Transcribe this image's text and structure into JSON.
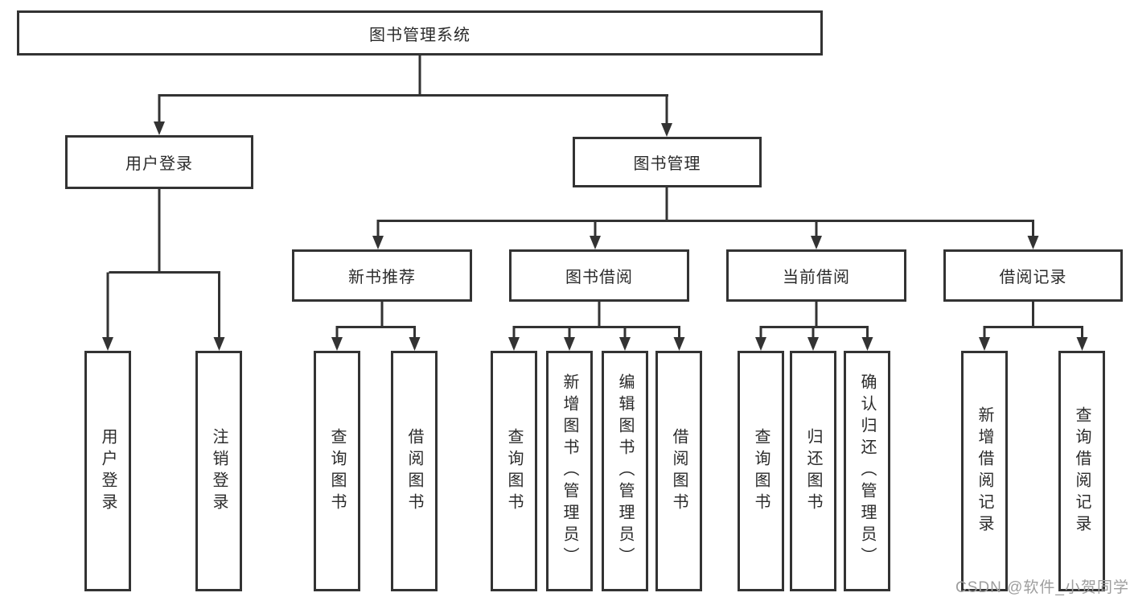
{
  "diagram": {
    "root": "图书管理系统",
    "branches": [
      {
        "label": "用户登录",
        "leaves": [
          "用户登录",
          "注销登录"
        ]
      },
      {
        "label": "图书管理",
        "groups": [
          {
            "label": "新书推荐",
            "leaves": [
              "查询图书",
              "借阅图书"
            ]
          },
          {
            "label": "图书借阅",
            "leaves": [
              "查询图书",
              "新增图书（管理员）",
              "编辑图书（管理员）",
              "借阅图书"
            ]
          },
          {
            "label": "当前借阅",
            "leaves": [
              "查询图书",
              "归还图书",
              "确认归还（管理员）"
            ]
          },
          {
            "label": "借阅记录",
            "leaves": [
              "新增借阅记录",
              "查询借阅记录"
            ]
          }
        ]
      }
    ]
  },
  "watermark": {
    "text": "CSDN @软件_小贺同学"
  },
  "colors": {
    "line": "#333333",
    "text": "#2b2b2b",
    "watermark": "#9e9e9e",
    "background": "#ffffff"
  }
}
